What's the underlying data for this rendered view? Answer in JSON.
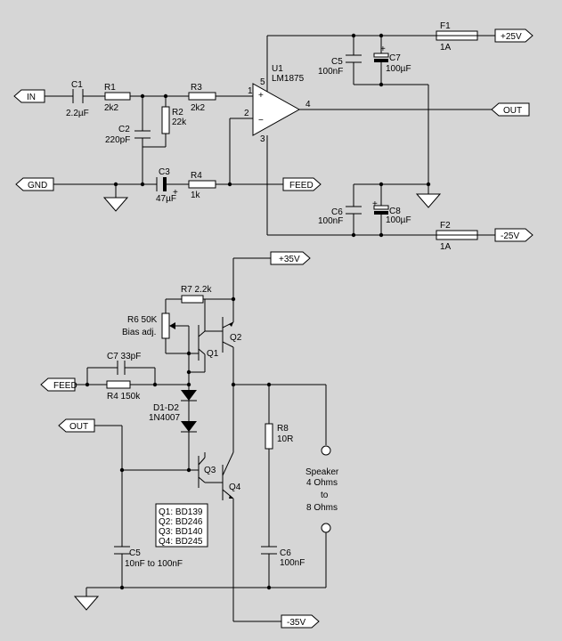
{
  "nets": {
    "in": "IN",
    "gnd": "GND",
    "feed_top": "FEED",
    "out_top": "OUT",
    "pos25": "+25V",
    "neg25": "-25V",
    "pos35": "+35V",
    "neg35": "-35V",
    "feed_bottom": "FEED",
    "out_bottom": "OUT"
  },
  "components": {
    "c1": {
      "ref": "C1",
      "value": "2.2µF"
    },
    "r1": {
      "ref": "R1",
      "value": "2k2"
    },
    "c2": {
      "ref": "C2",
      "value": "220pF"
    },
    "r2": {
      "ref": "R2",
      "value": "22k"
    },
    "r3": {
      "ref": "R3",
      "value": "2k2"
    },
    "c3": {
      "ref": "C3",
      "value": "47µF"
    },
    "r4a": {
      "ref": "R4",
      "value": "1k"
    },
    "u1": {
      "ref": "U1",
      "value": "LM1875"
    },
    "f1": {
      "ref": "F1",
      "value": "1A"
    },
    "f2": {
      "ref": "F2",
      "value": "1A"
    },
    "c5a": {
      "ref": "C5",
      "value": "100nF"
    },
    "c7a": {
      "ref": "C7",
      "value": "100µF"
    },
    "c6a": {
      "ref": "C6",
      "value": "100nF"
    },
    "c8": {
      "ref": "C8",
      "value": "100µF"
    },
    "r7": {
      "ref": "R7 2.2k"
    },
    "r6": {
      "ref": "R6 50K",
      "value": "Bias adj."
    },
    "q1": {
      "ref": "Q1"
    },
    "q2": {
      "ref": "Q2"
    },
    "q3": {
      "ref": "Q3"
    },
    "q4": {
      "ref": "Q4"
    },
    "c7b": {
      "ref": "C7 33pF"
    },
    "r4b": {
      "ref": "R4 150k"
    },
    "d12": {
      "ref": "D1-D2",
      "value": "1N4007"
    },
    "r8": {
      "ref": "R8",
      "value": "10R"
    },
    "c6b": {
      "ref": "C6",
      "value": "100nF"
    },
    "c5b": {
      "ref": "C5",
      "value": "10nF to 100nF"
    }
  },
  "pins": {
    "p1": "1",
    "p2": "2",
    "p3": "3",
    "p4": "4",
    "p5": "5",
    "plus": "+",
    "minus": "−"
  },
  "speaker": [
    "Speaker",
    "4 Ohms",
    "to",
    "8 Ohms"
  ],
  "transistor_legend": [
    "Q1: BD139",
    "Q2: BD246",
    "Q3: BD140",
    "Q4: BD245"
  ],
  "polarity_mark": "+"
}
